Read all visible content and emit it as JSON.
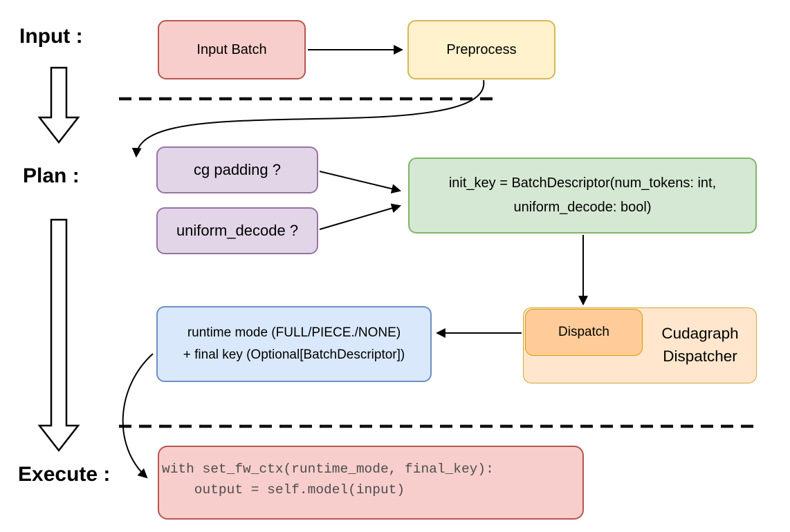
{
  "stages": {
    "input": "Input :",
    "plan": "Plan :",
    "execute": "Execute :"
  },
  "nodes": {
    "input_batch": "Input Batch",
    "preprocess": "Preprocess",
    "cg_padding": "cg padding ?",
    "uniform_decode": "uniform_decode ?",
    "init_key_line1": "init_key = BatchDescriptor(num_tokens: int,",
    "init_key_line2": "uniform_decode: bool)",
    "dispatch": "Dispatch",
    "cudagraph_dispatcher": "Cudagraph Dispatcher",
    "runtime_line1": "runtime mode (FULL/PIECE./NONE)",
    "runtime_line2": "+ final key (Optional[BatchDescriptor])",
    "code_line1": "with set_fw_ctx(runtime_mode, final_key):",
    "code_line2": "    output = self.model(input)"
  },
  "colors": {
    "red_fill": "#f8cecc",
    "red_stroke": "#b85450",
    "yellow_fill": "#fff2cc",
    "yellow_stroke": "#d6b656",
    "purple_fill": "#e1d5e7",
    "purple_stroke": "#9673a6",
    "green_fill": "#d5e8d4",
    "green_stroke": "#82b366",
    "orange_outer_fill": "#ffe6cc",
    "orange_inner_fill": "#ffcc99",
    "orange_stroke": "#d79b00",
    "blue_fill": "#dae8fc",
    "blue_stroke": "#6c8ebf",
    "arrow": "#000000",
    "code_text": "#4d4d4d"
  }
}
